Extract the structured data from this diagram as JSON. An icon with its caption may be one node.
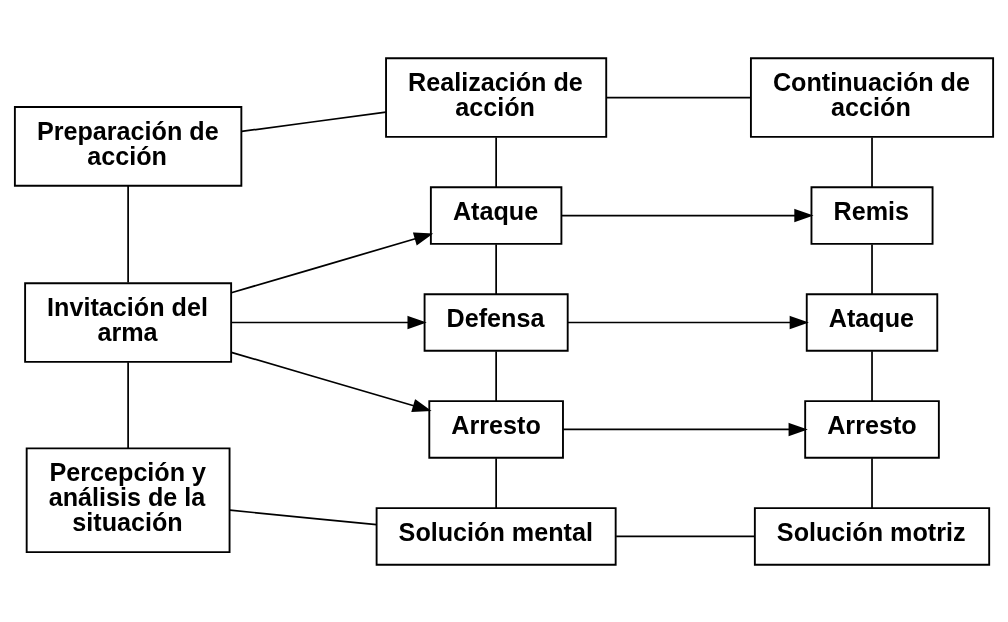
{
  "diagram": {
    "nodes": [
      {
        "text": [
          "Preparación de acción"
        ]
      },
      {
        "text": [
          "Realización de acción"
        ]
      },
      {
        "text": [
          "Continuación de acción"
        ]
      },
      {
        "text": [
          "Invitación del arma"
        ]
      },
      {
        "text": [
          "Ataque"
        ]
      },
      {
        "text": [
          "Defensa"
        ]
      },
      {
        "text": [
          "Arresto"
        ]
      },
      {
        "text": [
          "Remis"
        ]
      },
      {
        "text": [
          "Ataque"
        ]
      },
      {
        "text": [
          "Arresto"
        ]
      },
      {
        "text": [
          "Percepción y análisis de la situación"
        ]
      },
      {
        "text": [
          "Solución mental"
        ]
      },
      {
        "text": [
          "Solución motriz"
        ]
      }
    ],
    "edges": [
      {
        "from": 0,
        "to": 1,
        "arrow": "none"
      },
      {
        "from": 1,
        "to": 2,
        "arrow": "none"
      },
      {
        "from": 0,
        "to": 3,
        "arrow": "none"
      },
      {
        "from": 1,
        "to": 4,
        "arrow": "none"
      },
      {
        "from": 2,
        "to": 7,
        "arrow": "none"
      },
      {
        "from": 3,
        "to": 4,
        "arrow": "to"
      },
      {
        "from": 3,
        "to": 5,
        "arrow": "to"
      },
      {
        "from": 3,
        "to": 6,
        "arrow": "to"
      },
      {
        "from": 4,
        "to": 5,
        "arrow": "none"
      },
      {
        "from": 5,
        "to": 6,
        "arrow": "none"
      },
      {
        "from": 4,
        "to": 7,
        "arrow": "to"
      },
      {
        "from": 5,
        "to": 8,
        "arrow": "to"
      },
      {
        "from": 6,
        "to": 9,
        "arrow": "to"
      },
      {
        "from": 7,
        "to": 8,
        "arrow": "none"
      },
      {
        "from": 8,
        "to": 9,
        "arrow": "none"
      },
      {
        "from": 3,
        "to": 10,
        "arrow": "none"
      },
      {
        "from": 6,
        "to": 11,
        "arrow": "none"
      },
      {
        "from": 9,
        "to": 12,
        "arrow": "none"
      },
      {
        "from": 10,
        "to": 11,
        "arrow": "none"
      },
      {
        "from": 11,
        "to": 12,
        "arrow": "none"
      }
    ]
  }
}
